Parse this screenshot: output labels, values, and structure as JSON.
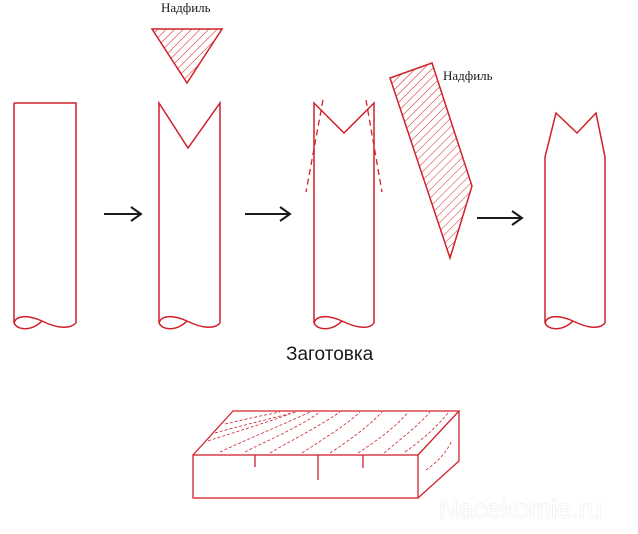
{
  "labels": {
    "file_top": "Надфиль",
    "file_right": "Надфиль",
    "blank": "Заготовка"
  },
  "watermark": "Nacekomie.ru",
  "colors": {
    "outline": "#d0212a",
    "arrow": "#1a1a1a",
    "hatch": "#d0212a",
    "background": "#ffffff"
  },
  "icons": {
    "arrow": "right-arrow-icon",
    "file": "needle-file-icon"
  }
}
